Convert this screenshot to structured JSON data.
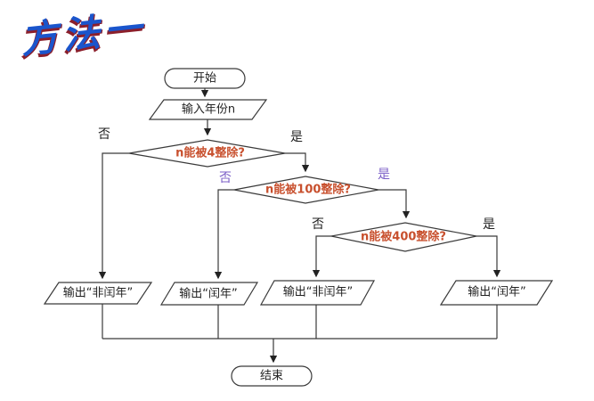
{
  "slide": {
    "title": "方法一"
  },
  "colors": {
    "title_blue": "#1a55cc",
    "title_shadow_maroon": "#8b1f2b",
    "decision_text_orange": "#c8502e",
    "branch_label_purple": "#7b5ec7",
    "branch_label_black": "#222222",
    "shape_stroke": "#3a3a3a",
    "background": "#ffffff"
  },
  "flowchart": {
    "start_label": "开始",
    "input_label": "输入年份n",
    "decisions": [
      {
        "text": "n能被4整除?",
        "no": "否",
        "yes": "是"
      },
      {
        "text": "n能被100整除?",
        "no": "否",
        "yes": "是"
      },
      {
        "text": "n能被400整除?",
        "no": "否",
        "yes": "是"
      }
    ],
    "outputs": [
      "输出“非闰年”",
      "输出“闰年”",
      "输出“非闰年”",
      "输出“闰年”"
    ],
    "end_label": "结束"
  }
}
